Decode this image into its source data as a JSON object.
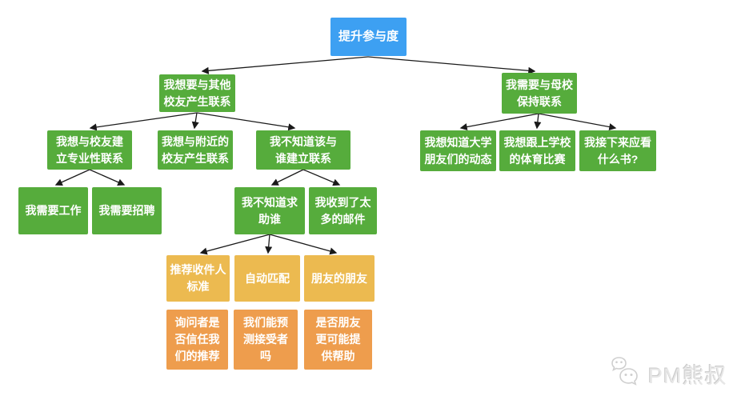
{
  "colors": {
    "root_blue": "#3da0f2",
    "need_green": "#56ac3c",
    "solution_yellow": "#ecba50",
    "question_orange": "#ee9d4d"
  },
  "mindmap": {
    "root": {
      "label": "提升参与度"
    },
    "connect_alumni": {
      "label": "我想要与其他\n校友产生联系",
      "professional": {
        "label": "我想与校友建\n立专业性联系",
        "need_job": {
          "label": "我需要工作"
        },
        "need_hire": {
          "label": "我需要招聘"
        }
      },
      "nearby": {
        "label": "我想与附近的\n校友产生联系"
      },
      "unknown_who": {
        "label": "我不知道该与\n谁建立联系",
        "who_to_ask": {
          "label": "我不知道求\n助谁",
          "recipient_criteria": {
            "label": "推荐收件人\n标准",
            "question": {
              "label": "询问者是\n否信任我\n们的推荐"
            }
          },
          "auto_match": {
            "label": "自动匹配",
            "question": {
              "label": "我们能预\n测接受者\n吗"
            }
          },
          "friends_of_friends": {
            "label": "朋友的朋友",
            "question": {
              "label": "是否朋友\n更可能提\n供帮助"
            }
          }
        },
        "too_many_emails": {
          "label": "我收到了太\n多的邮件"
        }
      }
    },
    "alma_mater": {
      "label": "我需要与母校\n保持联系",
      "college_updates": {
        "label": "我想知道大学\n朋友们的动态"
      },
      "sports": {
        "label": "我想跟上学校\n的体育比赛"
      },
      "next_book": {
        "label": "我接下来应看\n什么书?"
      }
    }
  },
  "footer": {
    "brand": "PM熊叔"
  }
}
